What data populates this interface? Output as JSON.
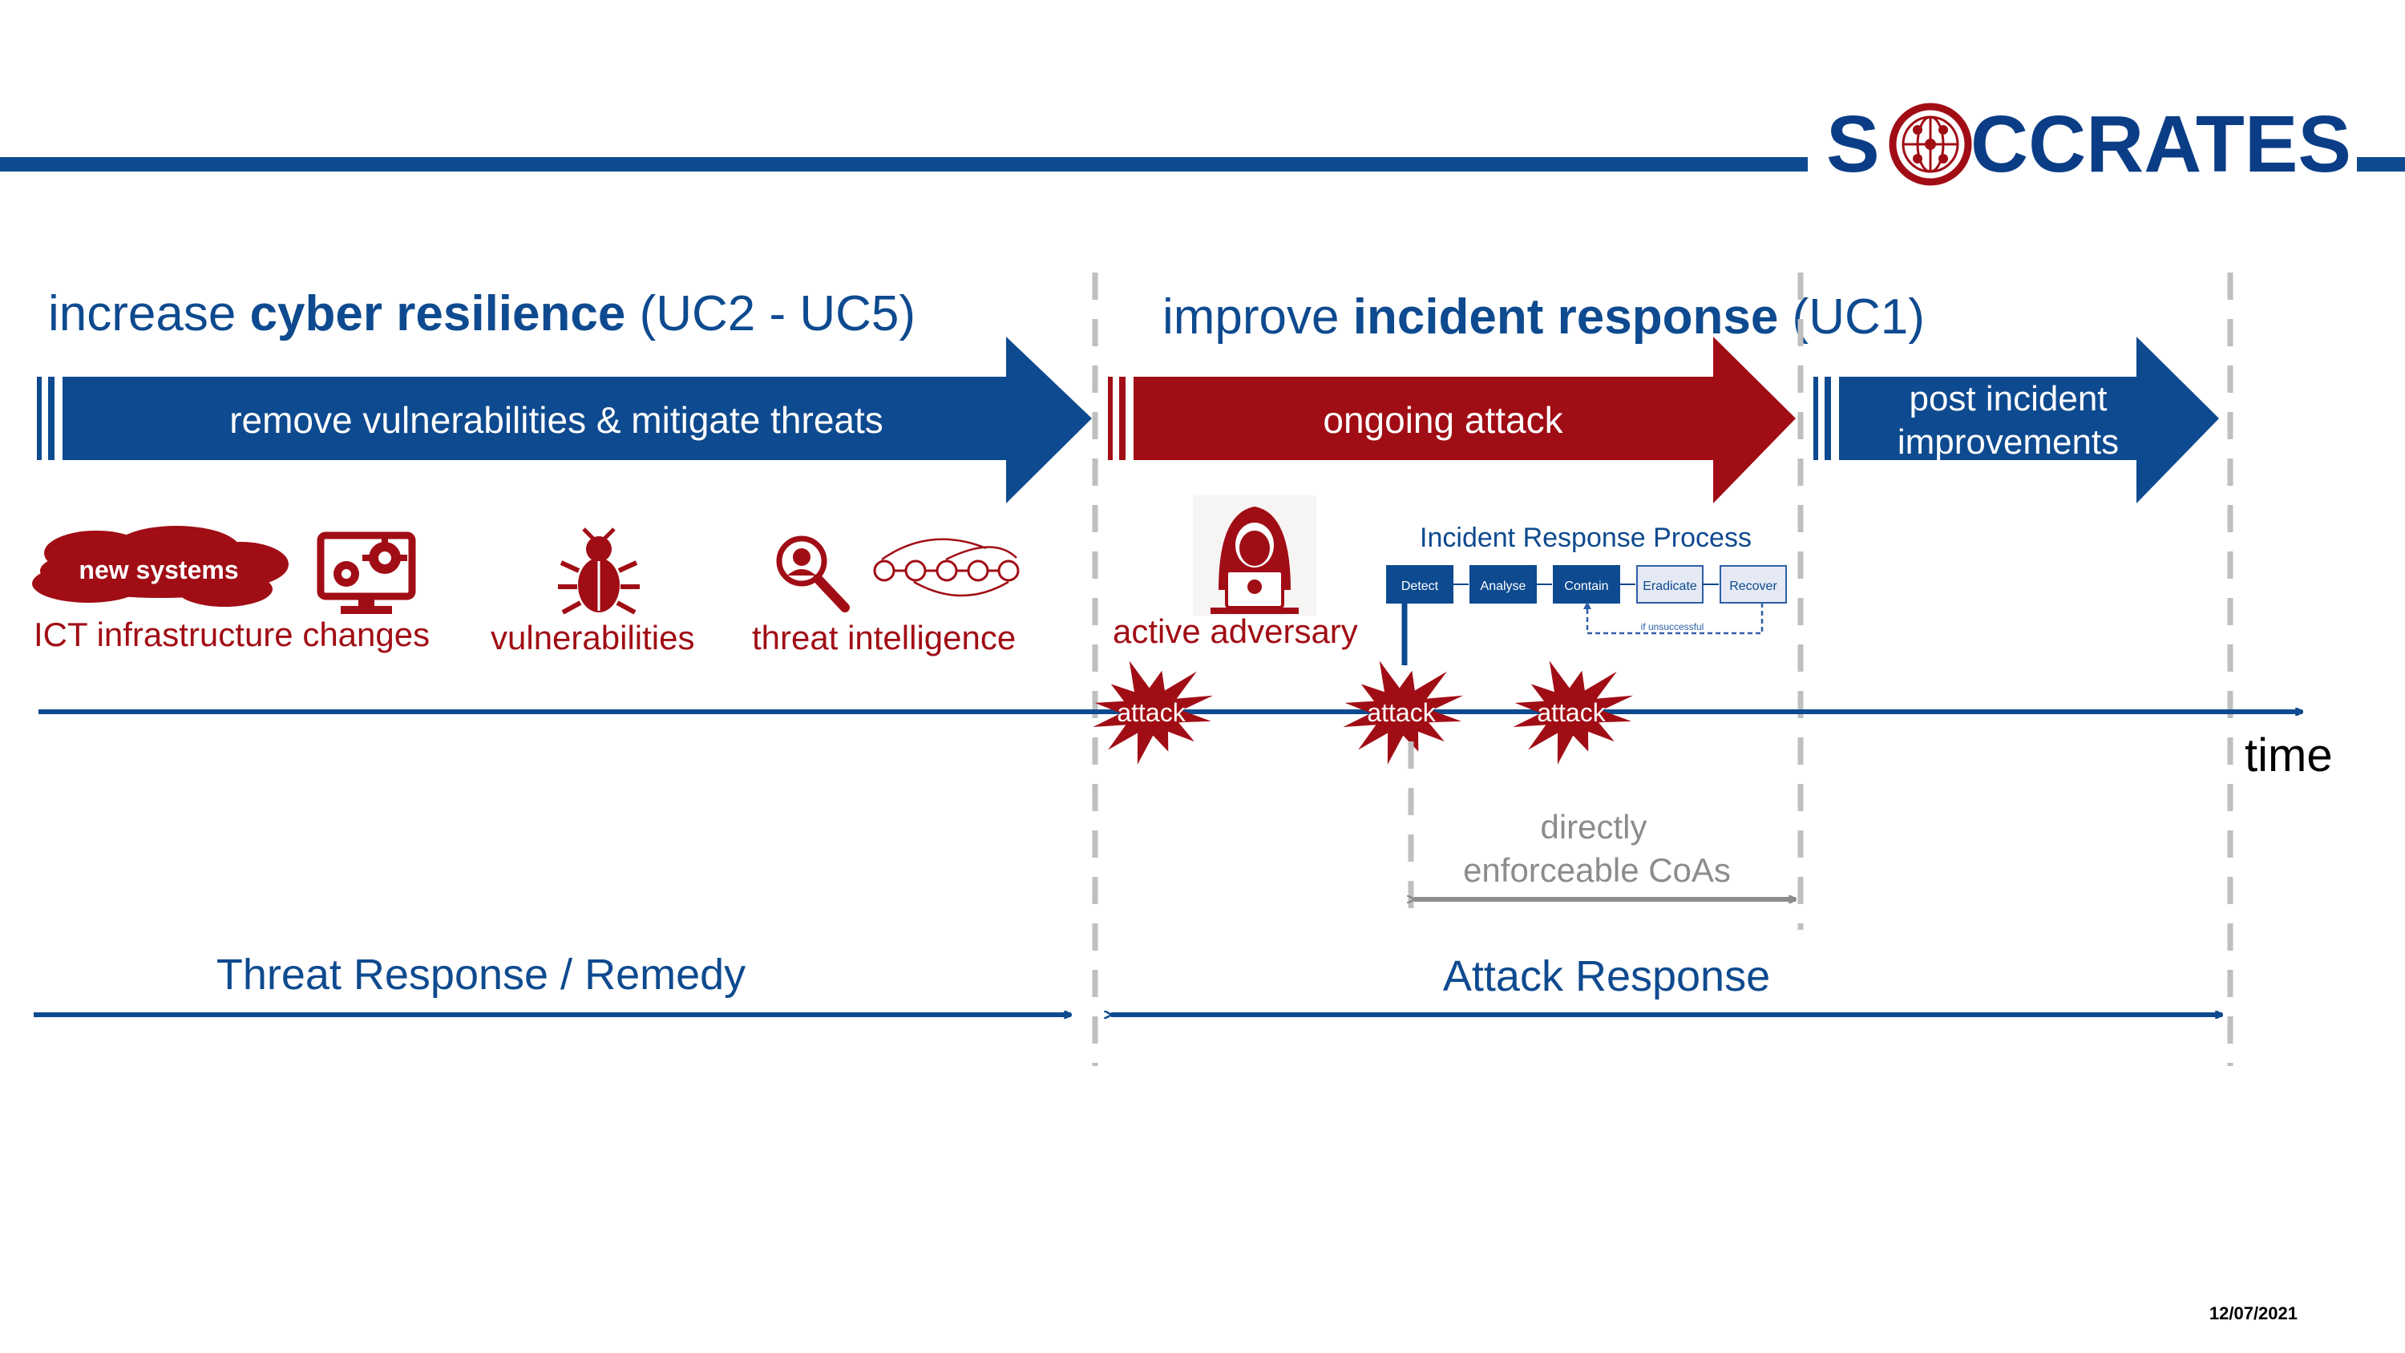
{
  "colors": {
    "blue": "#0e4a8f",
    "dark_blue": "#0b3d86",
    "red": "#a10d15",
    "gray": "#8c8c8c",
    "dashed": "#bfbfbf",
    "white": "#ffffff"
  },
  "logo": {
    "text_left": "S",
    "text_right": "CCRATES",
    "emblem": "globe-network-icon"
  },
  "headings": {
    "left": {
      "pre": "increase ",
      "bold": "cyber resilience",
      "post": " (UC2 - UC5)"
    },
    "right": {
      "pre": "improve ",
      "bold": "incident response",
      "post": " (UC1)"
    }
  },
  "phases": {
    "remove": "remove vulnerabilities & mitigate threats",
    "ongoing": "ongoing attack",
    "post_line1": "post incident",
    "post_line2": "improvements"
  },
  "inputs": {
    "new_systems": "new systems",
    "ict": "ICT infrastructure changes",
    "vulnerabilities": "vulnerabilities",
    "threat_intel": "threat intelligence",
    "active_adversary": "active adversary"
  },
  "irp": {
    "title": "Incident Response Process",
    "steps": [
      "Detect",
      "Analyse",
      "Contain",
      "Eradicate",
      "Recover"
    ],
    "loop_label": "if unsuccessful"
  },
  "timeline": {
    "attack_label": "attack",
    "time_label": "time",
    "coa_line1": "directly",
    "coa_line2": "enforceable CoAs"
  },
  "responses": {
    "threat": "Threat Response / Remedy",
    "attack": "Attack Response"
  },
  "date": "12/07/2021"
}
